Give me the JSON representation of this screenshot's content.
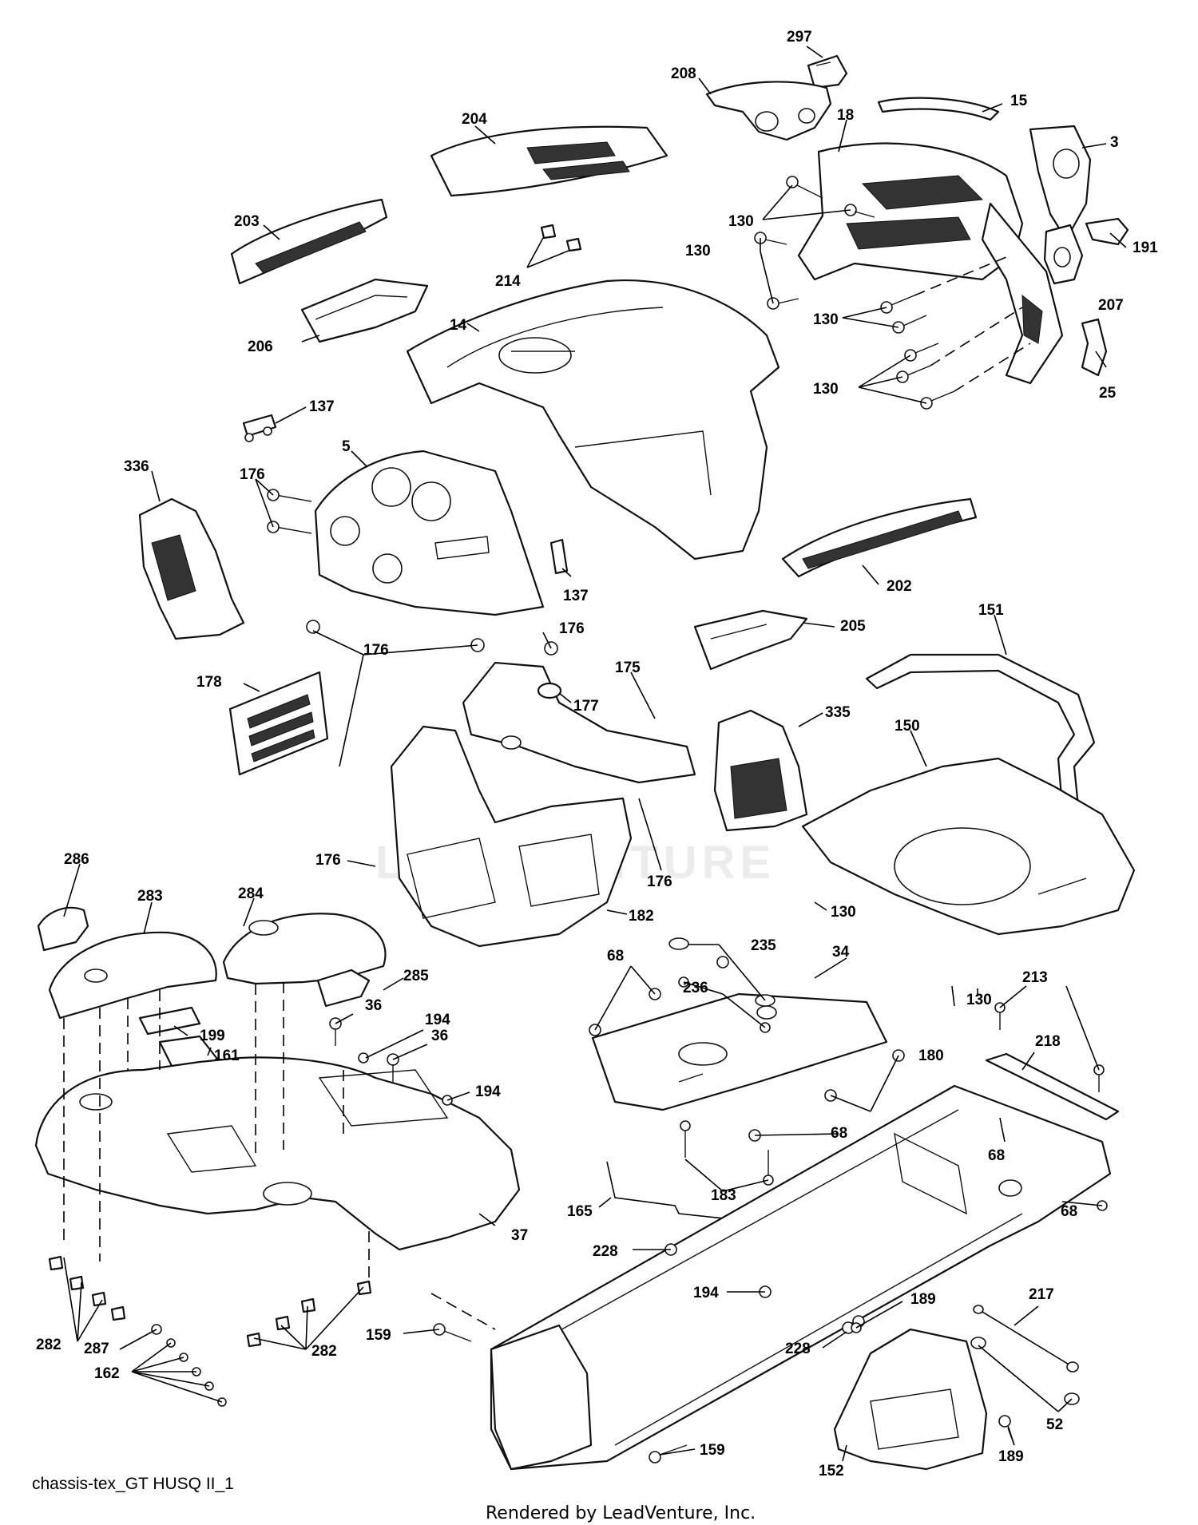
{
  "diagram": {
    "caption": "chassis-tex_GT HUSQ II_1",
    "footer": "Rendered by LeadVenture, Inc.",
    "watermark": "LEADVENTURE",
    "callouts": [
      {
        "id": "c297",
        "text": "297"
      },
      {
        "id": "c208",
        "text": "208"
      },
      {
        "id": "c15",
        "text": "15"
      },
      {
        "id": "c18",
        "text": "18"
      },
      {
        "id": "c3",
        "text": "3"
      },
      {
        "id": "c204",
        "text": "204"
      },
      {
        "id": "c130a",
        "text": "130"
      },
      {
        "id": "c203",
        "text": "203"
      },
      {
        "id": "c214",
        "text": "214"
      },
      {
        "id": "c130b",
        "text": "130"
      },
      {
        "id": "c191",
        "text": "191"
      },
      {
        "id": "c14",
        "text": "14"
      },
      {
        "id": "c130c",
        "text": "130"
      },
      {
        "id": "c207",
        "text": "207"
      },
      {
        "id": "c206",
        "text": "206"
      },
      {
        "id": "c130d",
        "text": "130"
      },
      {
        "id": "c25",
        "text": "25"
      },
      {
        "id": "c137a",
        "text": "137"
      },
      {
        "id": "c5",
        "text": "5"
      },
      {
        "id": "c336",
        "text": "336"
      },
      {
        "id": "c176a",
        "text": "176"
      },
      {
        "id": "c137b",
        "text": "137"
      },
      {
        "id": "c202",
        "text": "202"
      },
      {
        "id": "c176b",
        "text": "176"
      },
      {
        "id": "c205",
        "text": "205"
      },
      {
        "id": "c151",
        "text": "151"
      },
      {
        "id": "c176c",
        "text": "176"
      },
      {
        "id": "c175",
        "text": "175"
      },
      {
        "id": "c178",
        "text": "178"
      },
      {
        "id": "c177",
        "text": "177"
      },
      {
        "id": "c335",
        "text": "335"
      },
      {
        "id": "c150",
        "text": "150"
      },
      {
        "id": "c176d",
        "text": "176"
      },
      {
        "id": "c176e",
        "text": "176"
      },
      {
        "id": "c286",
        "text": "286"
      },
      {
        "id": "c283",
        "text": "283"
      },
      {
        "id": "c284",
        "text": "284"
      },
      {
        "id": "c130e",
        "text": "130"
      },
      {
        "id": "c182",
        "text": "182"
      },
      {
        "id": "c68a",
        "text": "68"
      },
      {
        "id": "c235",
        "text": "235"
      },
      {
        "id": "c34",
        "text": "34"
      },
      {
        "id": "c285",
        "text": "285"
      },
      {
        "id": "c236",
        "text": "236"
      },
      {
        "id": "c36a",
        "text": "36"
      },
      {
        "id": "c194a",
        "text": "194"
      },
      {
        "id": "c130f",
        "text": "130"
      },
      {
        "id": "c213",
        "text": "213"
      },
      {
        "id": "c199",
        "text": "199"
      },
      {
        "id": "c36b",
        "text": "36"
      },
      {
        "id": "c218",
        "text": "218"
      },
      {
        "id": "c161",
        "text": "161"
      },
      {
        "id": "c180",
        "text": "180"
      },
      {
        "id": "c194b",
        "text": "194"
      },
      {
        "id": "c68b",
        "text": "68"
      },
      {
        "id": "c68c",
        "text": "68"
      },
      {
        "id": "c183",
        "text": "183"
      },
      {
        "id": "c165",
        "text": "165"
      },
      {
        "id": "c68d",
        "text": "68"
      },
      {
        "id": "c37",
        "text": "37"
      },
      {
        "id": "c228a",
        "text": "228"
      },
      {
        "id": "c194c",
        "text": "194"
      },
      {
        "id": "c217",
        "text": "217"
      },
      {
        "id": "c189a",
        "text": "189"
      },
      {
        "id": "c282a",
        "text": "282"
      },
      {
        "id": "c159a",
        "text": "159"
      },
      {
        "id": "c228b",
        "text": "228"
      },
      {
        "id": "c287",
        "text": "287"
      },
      {
        "id": "c282b",
        "text": "282"
      },
      {
        "id": "c52",
        "text": "52"
      },
      {
        "id": "c162",
        "text": "162"
      },
      {
        "id": "c159b",
        "text": "159"
      },
      {
        "id": "c152",
        "text": "152"
      },
      {
        "id": "c189b",
        "text": "189"
      }
    ]
  }
}
